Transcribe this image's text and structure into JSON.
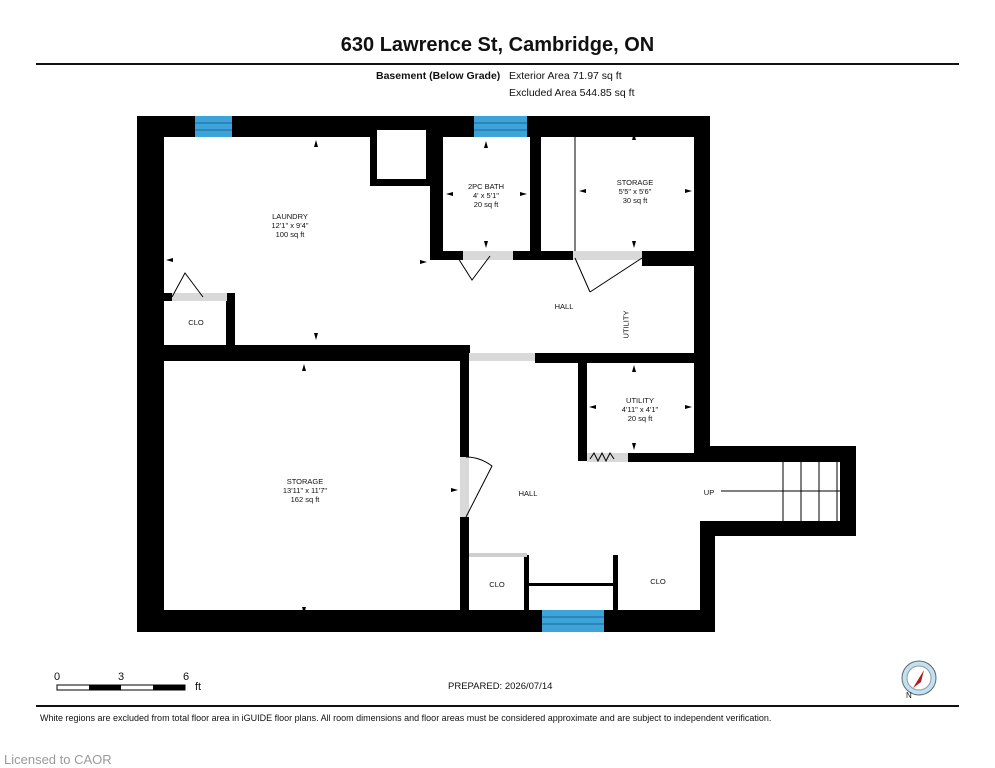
{
  "title": "630 Lawrence St, Cambridge, ON",
  "floor_label": "Basement (Below Grade)",
  "exterior_area": "Exterior Area 71.97 sq ft",
  "excluded_area": "Excluded Area 544.85 sq ft",
  "rooms": {
    "laundry": {
      "name": "LAUNDRY",
      "dims": "12'1\" x 9'4\"",
      "area": "100 sq ft"
    },
    "bath": {
      "name": "2PC BATH",
      "dims": "4' x 5'1\"",
      "area": "20 sq ft"
    },
    "storage_small": {
      "name": "STORAGE",
      "dims": "5'5\" x 5'6\"",
      "area": "30 sq ft"
    },
    "storage_large": {
      "name": "STORAGE",
      "dims": "13'11\" x 11'7\"",
      "area": "162 sq ft"
    },
    "utility_room": {
      "name": "UTILITY",
      "dims": "4'11\" x 4'1\"",
      "area": "20 sq ft"
    },
    "utility_label": "UTILITY",
    "hall_upper": "HALL",
    "hall_lower": "HALL",
    "clo_left": "CLO",
    "clo_bottom_left": "CLO",
    "clo_bottom_right": "CLO",
    "stairs_up": "UP"
  },
  "scale": {
    "ticks": [
      "0",
      "3",
      "6"
    ],
    "unit": "ft"
  },
  "prepared": "PREPARED: 2026/07/14",
  "compass": "N",
  "disclaimer": "White regions are excluded from total floor area in iGUIDE floor plans. All room dimensions and floor areas must be considered approximate and are subject to independent verification.",
  "watermark": "Licensed to CAOR",
  "colors": {
    "wall": "#000000",
    "window": "#3ea3d8",
    "door": "#d9d9d9",
    "compass_red": "#e52b2b"
  }
}
